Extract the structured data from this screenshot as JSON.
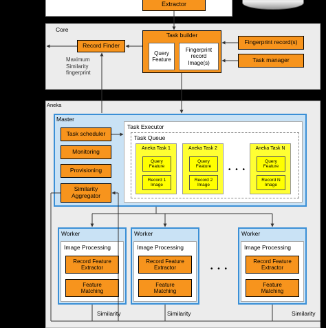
{
  "top": {
    "extractor_label": "Extractor"
  },
  "core": {
    "label": "Core",
    "task_builder": "Task builder",
    "query_feature": "Query\nFeature",
    "fingerprint_record_images": "Fingerprint\nrecord\nImage(s)",
    "record_finder": "Record Finder",
    "fingerprint_records": "Fingerprint record(s)",
    "task_manager": "Task manager",
    "max_similarity": "Maximum\nSimilarity\nfingerprint"
  },
  "aneka": {
    "label": "Aneka",
    "master": {
      "label": "Master",
      "items": [
        "Task scheduler",
        "Monitoring",
        "Provisioning",
        "Similarity\nAggregator"
      ]
    },
    "task_executor": "Task Executor",
    "task_queue": "Task Queue",
    "tasks": [
      {
        "title": "Aneka Task 1",
        "feature": "Query\nFeature",
        "image": "Record 1\nImage"
      },
      {
        "title": "Aneka Task 2",
        "feature": "Query\nFeature",
        "image": "Record 2\nImage"
      },
      {
        "title": "Aneka Task N",
        "feature": "Query\nFeature",
        "image": "Record N\nImage"
      }
    ],
    "ellipsis": "• • •",
    "workers": [
      {
        "label": "Worker",
        "processing": "Image Processing",
        "extractor": "Record Feature\nExtractor",
        "matching": "Feature\nMatching",
        "similarity": "Similarity"
      },
      {
        "label": "Worker",
        "processing": "Image Processing",
        "extractor": "Record Feature\nExtractor",
        "matching": "Feature\nMatching",
        "similarity": "Similarity"
      },
      {
        "label": "Worker",
        "processing": "Image Processing",
        "extractor": "Record Feature\nExtractor",
        "matching": "Feature\nMatching",
        "similarity": "Similarity"
      }
    ],
    "worker_ellipsis": "• • •"
  }
}
